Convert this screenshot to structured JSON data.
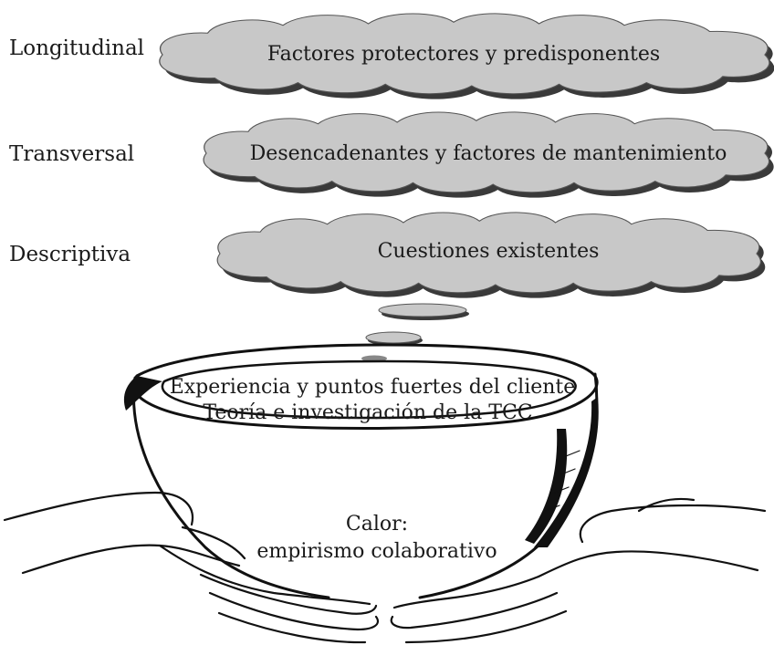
{
  "levels": [
    {
      "label": "Longitudinal",
      "cloud_text": "Factores protectores y predisponentes"
    },
    {
      "label": "Transversal",
      "cloud_text": "Desencadenantes y factores de mantenimiento"
    },
    {
      "label": "Descriptiva",
      "cloud_text": "Cuestiones existentes"
    }
  ],
  "bowl": {
    "rim_line1": "Experiencia y puntos fuertes del cliente",
    "rim_line2": "Teoría e investigación de la TCC",
    "heat_line1": "Calor:",
    "heat_line2": "empirismo colaborativo"
  },
  "colors": {
    "cloud_fill": "#c8c8c8",
    "cloud_shadow": "#3a3a3a",
    "bowl_outline": "#111111"
  },
  "icons": [
    "cloud-icon",
    "steam-puff-icon",
    "bowl-icon",
    "hands-icon"
  ]
}
